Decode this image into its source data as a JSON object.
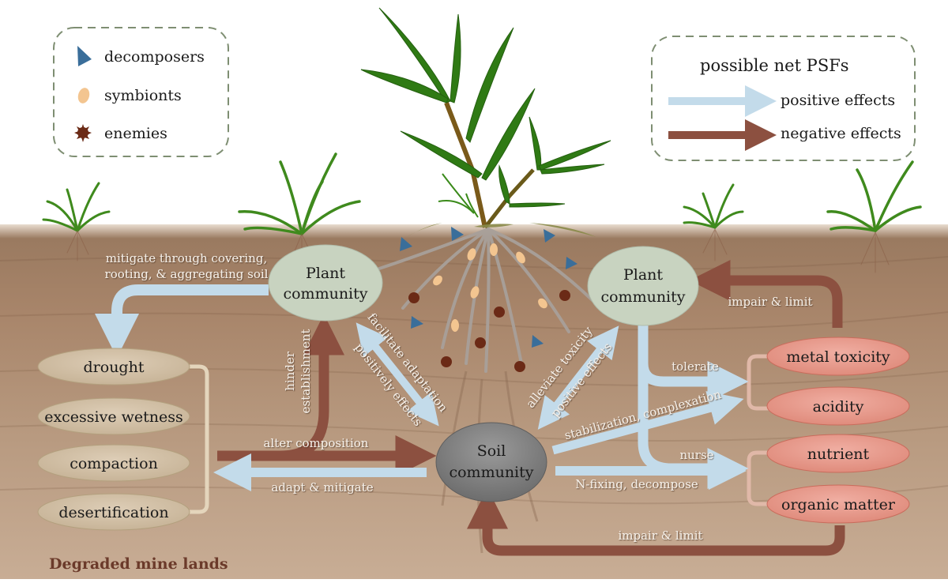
{
  "legend_organisms": {
    "items": [
      {
        "icon": "decomposer-triangle-icon",
        "label": "decomposers",
        "color": "#3a6e9a"
      },
      {
        "icon": "symbiont-ellipse-icon",
        "label": "symbionts",
        "color": "#f3c590"
      },
      {
        "icon": "enemy-star-icon",
        "label": "enemies",
        "color": "#6b2a16"
      }
    ]
  },
  "legend_effects": {
    "title": "possible net PSFs",
    "items": [
      {
        "label": "positive effects",
        "color": "#c3dbea"
      },
      {
        "label": "negative effects",
        "color": "#8c5040"
      }
    ]
  },
  "nodes": {
    "plant_left": {
      "line1": "Plant",
      "line2": "community"
    },
    "plant_right": {
      "line1": "Plant",
      "line2": "community"
    },
    "soil": {
      "line1": "Soil",
      "line2": "community"
    },
    "physical_stresses": [
      "drought",
      "excessive wetness",
      "compaction",
      "desertification"
    ],
    "chemical_stresses": [
      "metal toxicity",
      "acidity",
      "nutrient",
      "organic matter"
    ]
  },
  "edge_labels": {
    "mitigate_1": "mitigate through covering,",
    "mitigate_2": "rooting, & aggregating soil",
    "hinder_1": "hinder",
    "hinder_2": "establishment",
    "facilitate": "facilitate adaptation",
    "positively": "positively effects",
    "alter": "alter composition",
    "adapt": "adapt & mitigate",
    "alleviate": "alleviate toxicity",
    "positive_effects": "positive effects",
    "tolerate": "tolerate",
    "stabilization": "stabilization, complexation",
    "nurse": "nurse",
    "nfixing": "N-fixing, decompose",
    "impair_top": "impair & limit",
    "impair_bottom": "impair & limit"
  },
  "footer": {
    "title": "Degraded mine lands"
  },
  "colors": {
    "positive": "#c3dbea",
    "negative": "#8c5040",
    "soil": "#a07e62",
    "plant_node": "#c8d3c0",
    "soil_node": "#7e7e7e",
    "stress_physical": "#cdbba2",
    "stress_chemical": "#e4958a"
  }
}
